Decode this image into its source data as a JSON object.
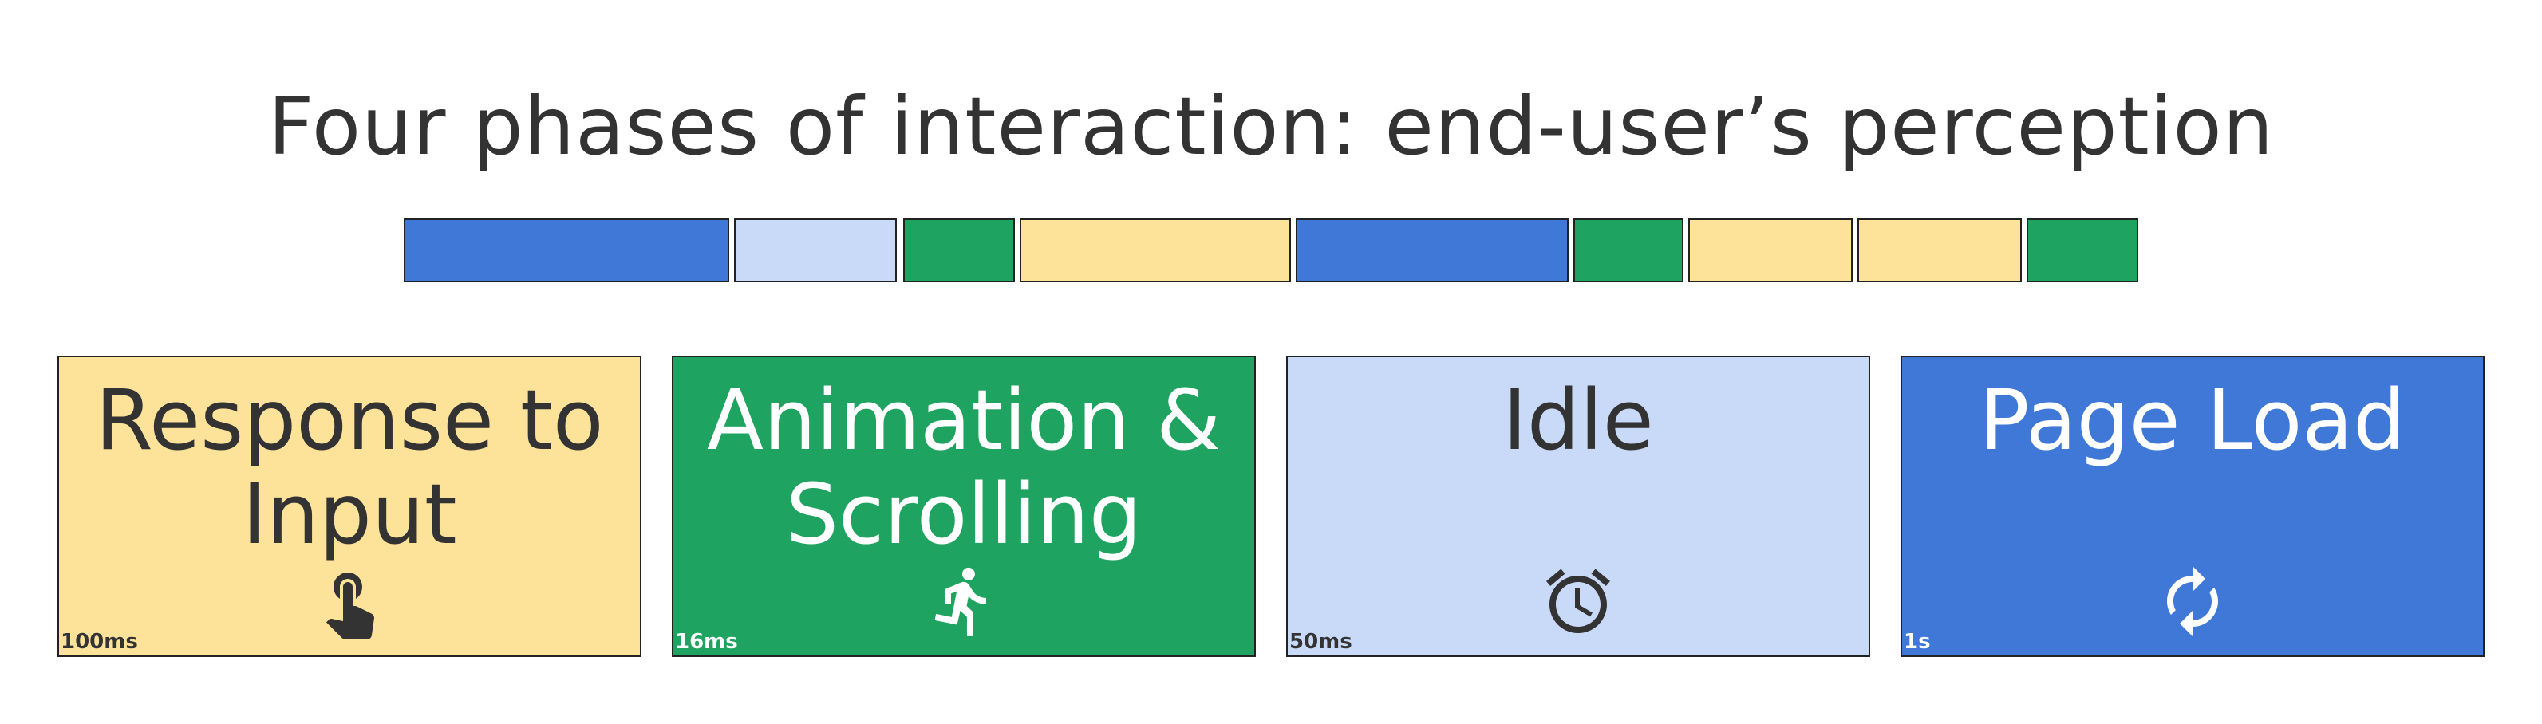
{
  "title": "Four phases of interaction: end-user’s perception",
  "colors": {
    "load_blue": "#3f78d6",
    "idle_lightblue": "#c9daf8",
    "animation_green": "#1ea360",
    "response_yellow": "#fde29a",
    "dark_text": "#333333",
    "white_text": "#ffffff"
  },
  "timeline": [
    {
      "phase": "page-load",
      "color": "#3f78d6"
    },
    {
      "phase": "idle",
      "color": "#c9daf8"
    },
    {
      "phase": "animation",
      "color": "#1ea360"
    },
    {
      "phase": "response",
      "color": "#fde29a"
    },
    {
      "phase": "page-load",
      "color": "#3f78d6"
    },
    {
      "phase": "animation",
      "color": "#1ea360"
    },
    {
      "phase": "response",
      "color": "#fde29a"
    },
    {
      "phase": "response",
      "color": "#fde29a"
    },
    {
      "phase": "animation",
      "color": "#1ea360"
    }
  ],
  "cards": [
    {
      "title": "Response to\nInput",
      "budget": "100ms",
      "icon": "touch-hand-icon",
      "background": "#fde29a",
      "text_color": "#333333"
    },
    {
      "title": "Animation &\nScrolling",
      "budget": "16ms",
      "icon": "running-person-icon",
      "background": "#1ea360",
      "text_color": "#ffffff"
    },
    {
      "title": "Idle",
      "budget": "50ms",
      "icon": "alarm-clock-icon",
      "background": "#c9daf8",
      "text_color": "#333333"
    },
    {
      "title": "Page Load",
      "budget": "1s",
      "icon": "refresh-icon",
      "background": "#3f78d6",
      "text_color": "#ffffff"
    }
  ]
}
